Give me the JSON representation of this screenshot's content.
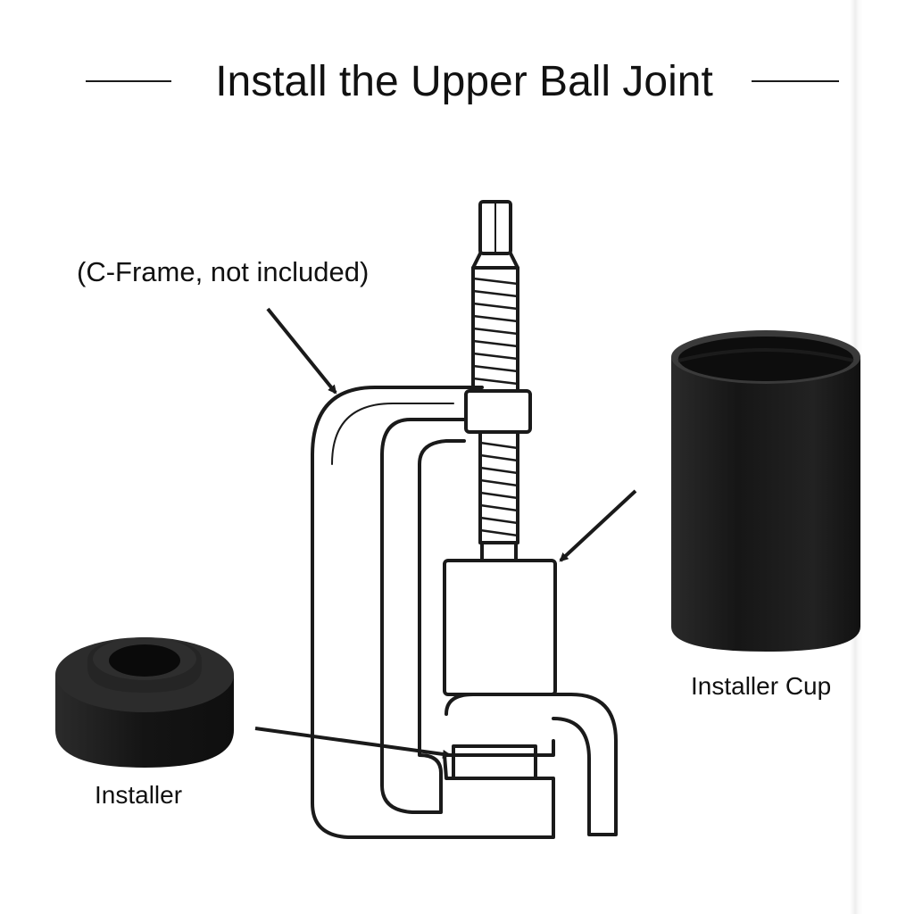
{
  "title": "Install the Upper Ball Joint",
  "labels": {
    "c_frame": "(C-Frame, not included)",
    "installer": "Installer",
    "installer_cup": "Installer Cup"
  },
  "colors": {
    "line_art": "#1a1a1a",
    "tool_black": "#1c1c1c",
    "background": "#ffffff"
  },
  "icons": {
    "c_frame": "c-frame-press-icon",
    "installer": "installer-ring-icon",
    "cup": "installer-cup-icon"
  }
}
